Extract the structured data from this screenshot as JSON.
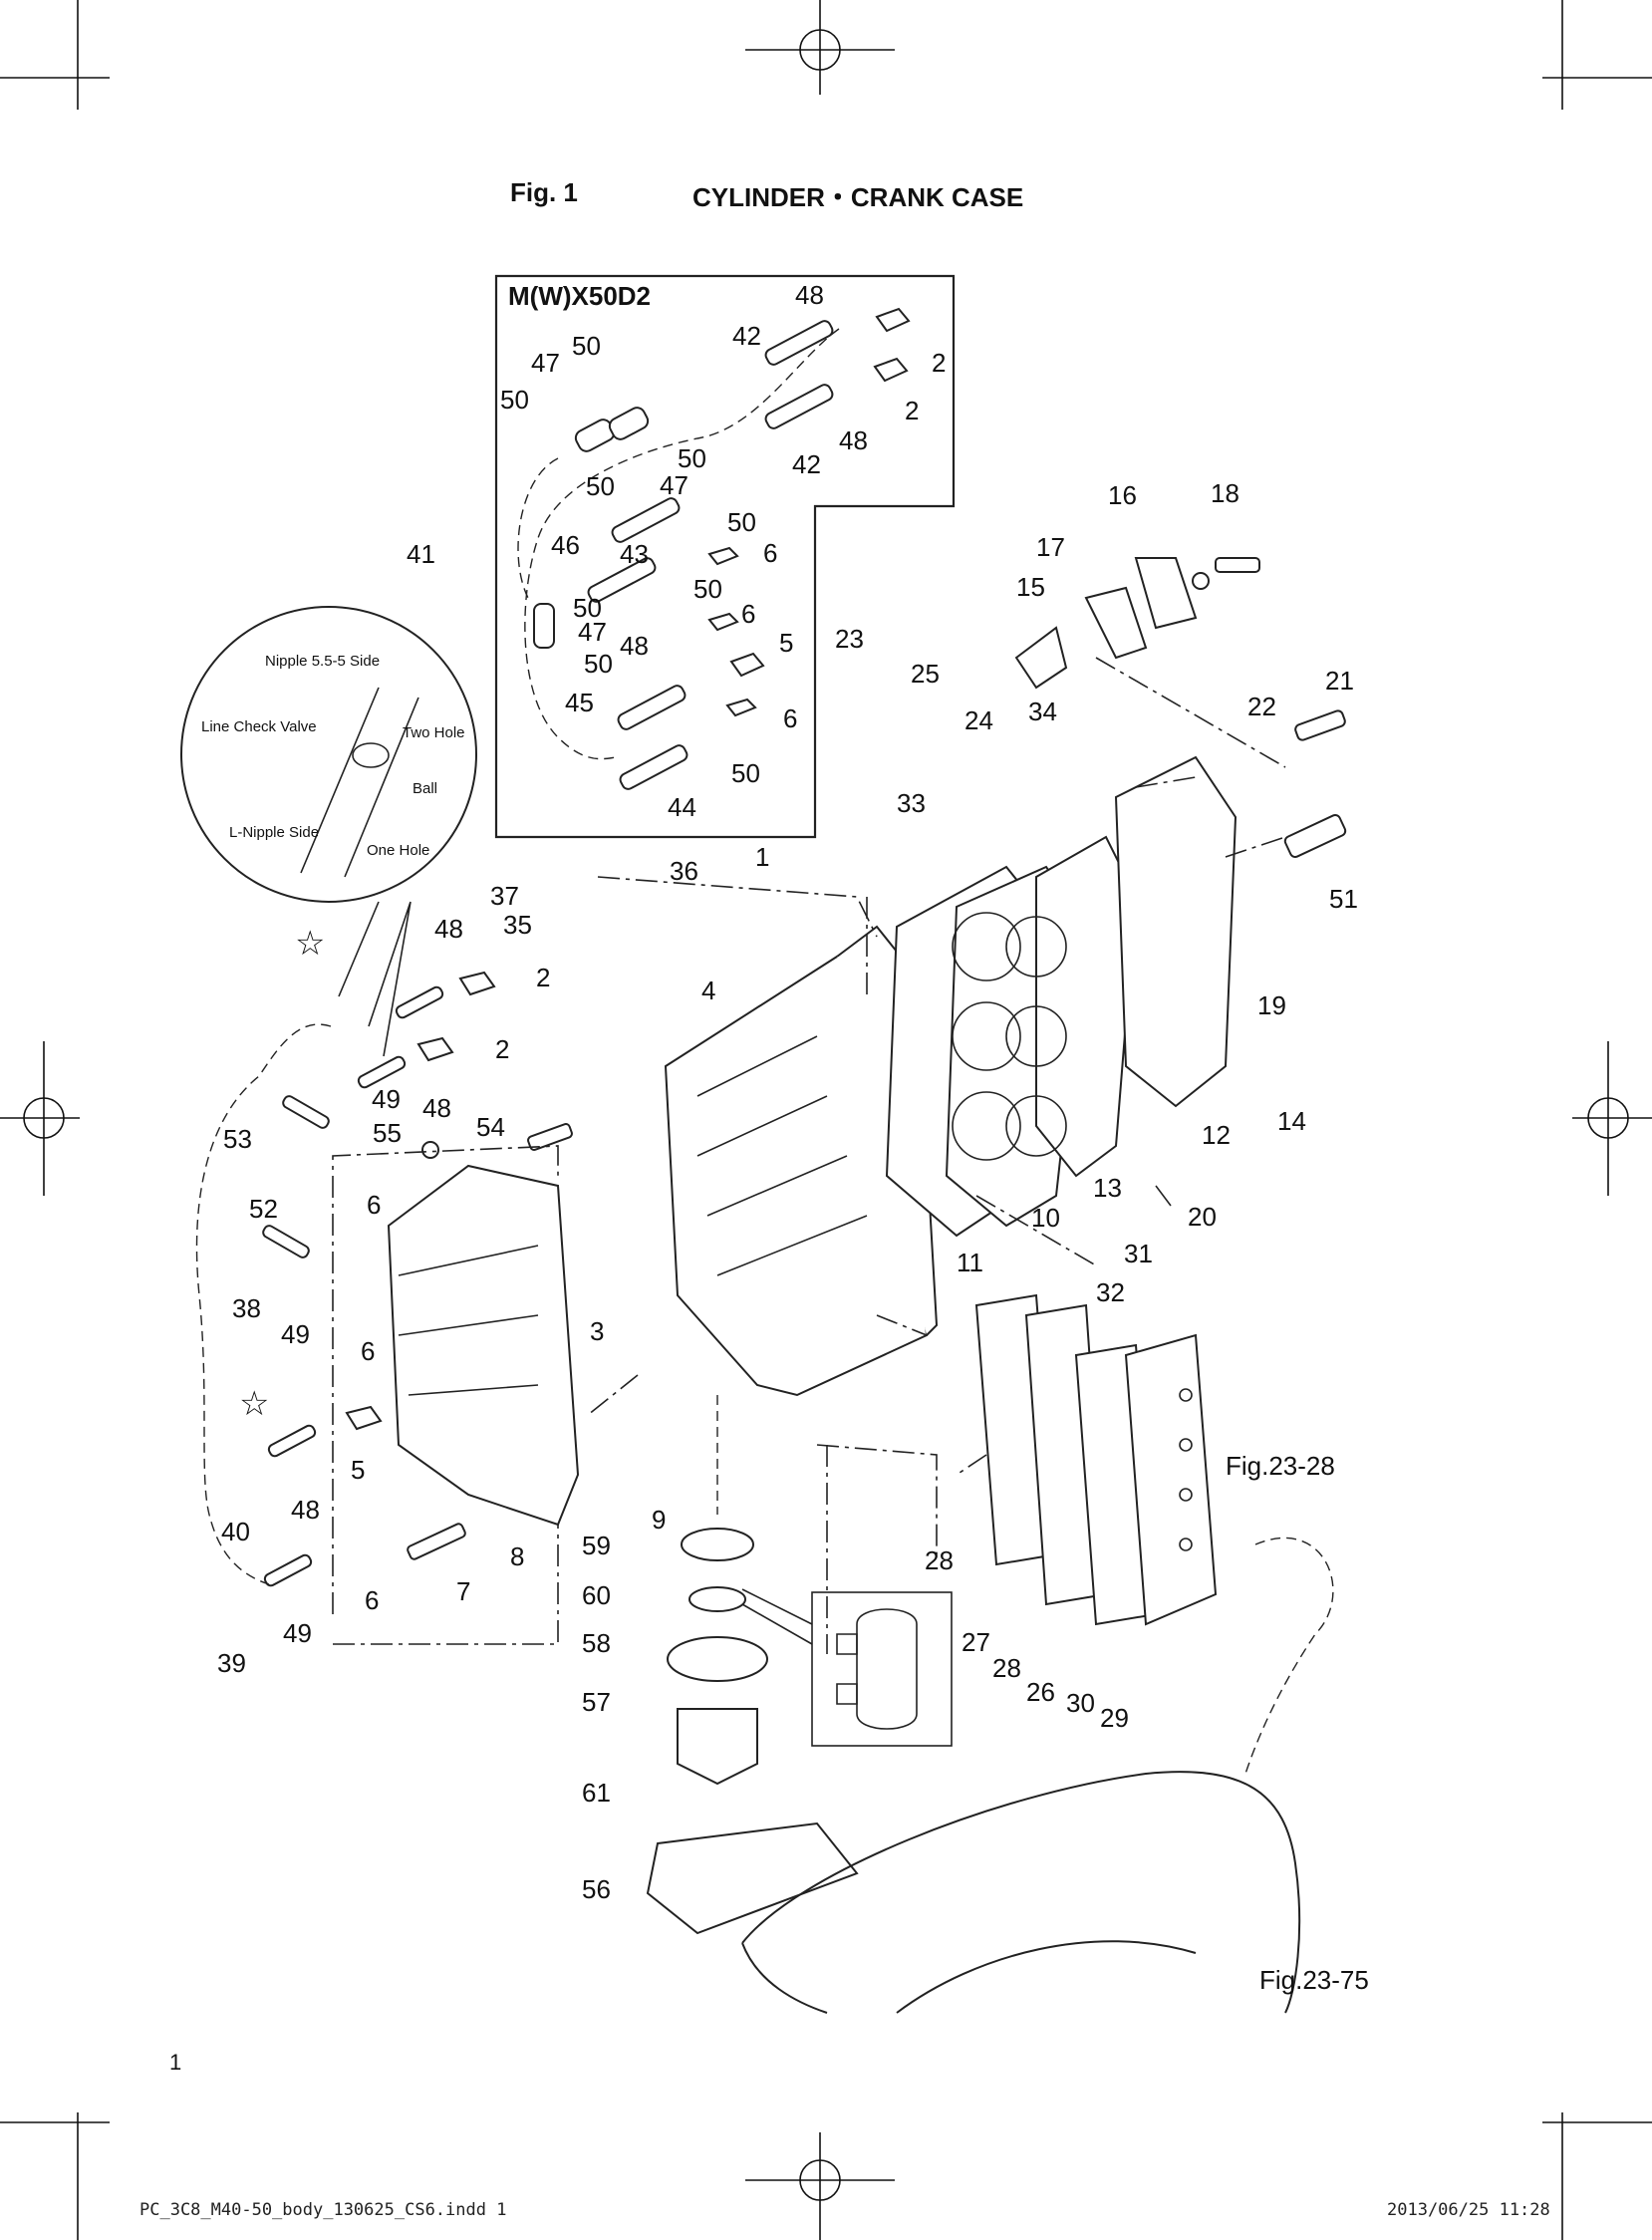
{
  "figure": {
    "number": "Fig. 1",
    "title": "CYLINDER・CRANK CASE"
  },
  "inset": {
    "model": "M(W)X50D2"
  },
  "detail": {
    "labels": [
      "Nipple 5.5-5 Side",
      "Line Check Valve",
      "Two Hole",
      "Ball",
      "L-Nipple Side",
      "One Hole"
    ]
  },
  "references": [
    "Fig.23-28",
    "Fig.23-75"
  ],
  "page": {
    "number": "1"
  },
  "footer": {
    "file": "PC_3C8_M40-50_body_130625_CS6.indd   1",
    "timestamp": "2013/06/25   11:28"
  },
  "parts": [
    "1",
    "2",
    "3",
    "4",
    "5",
    "6",
    "7",
    "8",
    "9",
    "10",
    "11",
    "12",
    "13",
    "14",
    "15",
    "16",
    "17",
    "18",
    "19",
    "20",
    "21",
    "22",
    "23",
    "24",
    "25",
    "26",
    "27",
    "28",
    "29",
    "30",
    "31",
    "32",
    "33",
    "34",
    "35",
    "36",
    "37",
    "38",
    "39",
    "40",
    "41",
    "42",
    "43",
    "44",
    "45",
    "46",
    "47",
    "48",
    "49",
    "50",
    "51",
    "52",
    "53",
    "54",
    "55",
    "56",
    "57",
    "58",
    "59",
    "60",
    "61"
  ]
}
